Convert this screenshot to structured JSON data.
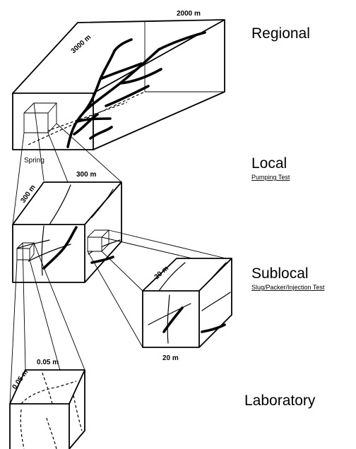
{
  "scales": [
    {
      "title": "Regional",
      "subtitle": ""
    },
    {
      "title": "Local",
      "subtitle": "Pumping Test"
    },
    {
      "title": "Sublocal",
      "subtitle": "Slug/Packer/Injection Test"
    },
    {
      "title": "Laboratory",
      "subtitle": ""
    }
  ],
  "dimensions": {
    "regional_width": "2000 m",
    "regional_length": "3000 m",
    "local_depth": "300 m",
    "local_width": "300 m",
    "sublocal_depth": "20 m",
    "sublocal_width": "20 m",
    "lab_depth": "0.05 m",
    "lab_width": "0.05 m"
  },
  "labels": {
    "spring": "Spring"
  }
}
